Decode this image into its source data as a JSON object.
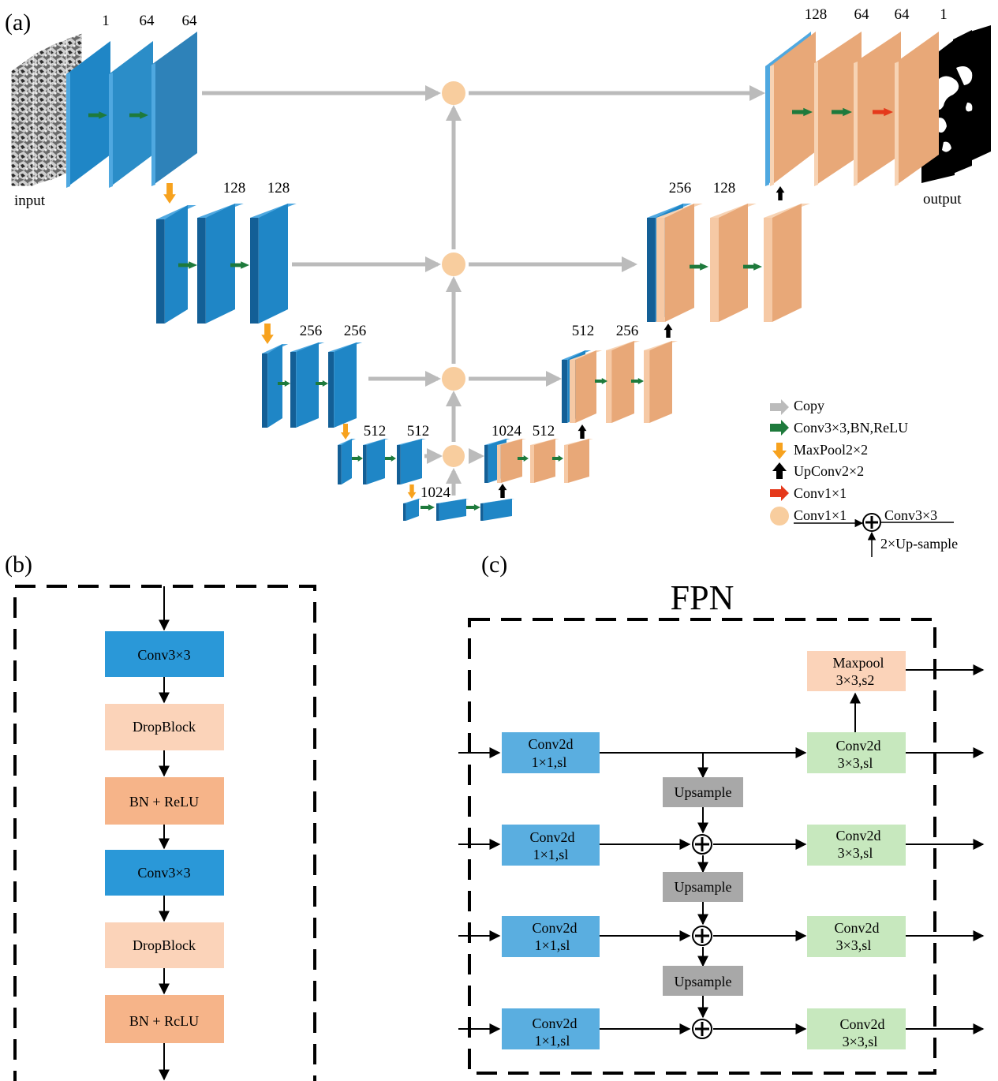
{
  "panels": {
    "a": "(a)",
    "b": "(b)",
    "c": "(c)"
  },
  "unet": {
    "input_label": "input",
    "output_label": "output",
    "enc1_channels": [
      "1",
      "64",
      "64"
    ],
    "enc2_channels": [
      "128",
      "128"
    ],
    "enc3_channels": [
      "256",
      "256"
    ],
    "enc4_channels": [
      "512",
      "512"
    ],
    "bottleneck_channels": "1024",
    "dec4_channels": [
      "1024",
      "512"
    ],
    "dec3_channels": [
      "512",
      "256"
    ],
    "dec2_channels": [
      "256",
      "128"
    ],
    "dec1_channels": [
      "128",
      "64",
      "64",
      "1"
    ]
  },
  "legend": {
    "copy": "Copy",
    "conv": "Conv3×3,BN,ReLU",
    "maxpool": "MaxPool2×2",
    "upconv": "UpConv2×2",
    "conv1": "Conv1×1",
    "fuse_left": "Conv1×1",
    "fuse_right": "Conv3×3",
    "fuse_up": "2×Up-sample"
  },
  "block_b": {
    "steps": [
      "Conv3×3",
      "DropBlock",
      "BN + ReLU",
      "Conv3×3",
      "DropBlock",
      "BN + RcLU"
    ]
  },
  "fpn": {
    "title": "FPN",
    "maxpool": [
      "Maxpool",
      "3×3,s2"
    ],
    "lateral": [
      [
        "Conv2d",
        "1×1,sl"
      ],
      [
        "Conv2d",
        "1×1,sl"
      ],
      [
        "Conv2d",
        "1×1,sl"
      ],
      [
        "Conv2d",
        "1×1,sl"
      ]
    ],
    "output": [
      [
        "Conv2d",
        "3×3,sl"
      ],
      [
        "Conv2d",
        "3×3,sl"
      ],
      [
        "Conv2d",
        "3×3,sl"
      ],
      [
        "Conv2d",
        "3×3,sl"
      ]
    ],
    "upsample": [
      "Upsample",
      "Upsample",
      "Upsample"
    ]
  },
  "colors": {
    "blue_front": "#1f86c6",
    "blue_side": "#135f96",
    "blue_top": "#4fa8e0",
    "peach_front": "#e8a878",
    "peach_side": "#f6c9a5",
    "peach_top": "#f7d3b4",
    "copy_gray": "#bbbbbb",
    "conv_green": "#1e7a3c",
    "maxpool_orange": "#f7a21e",
    "conv1_red": "#e5391b",
    "node": "#f8cd9e",
    "b_conv": "#2a98d8",
    "b_dropblock": "#fbd3b9",
    "b_bnrelu": "#f6b489",
    "fpn_blue": "#5aaee0",
    "fpn_green": "#c7e8be",
    "fpn_peach": "#fbd3b9",
    "fpn_gray": "#a8a8a8"
  }
}
